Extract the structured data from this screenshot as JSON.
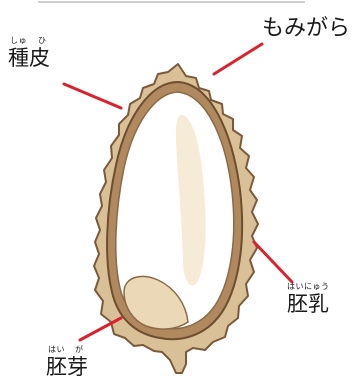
{
  "labels": {
    "husk": {
      "text": "もみがら"
    },
    "seed_coat": {
      "text": "種皮",
      "ruby_1": "しゅ",
      "ruby_2": "ひ"
    },
    "endosperm": {
      "text": "胚乳",
      "ruby": "はいにゅう"
    },
    "embryo": {
      "text": "胚芽",
      "ruby_1": "はい",
      "ruby_2": "が"
    }
  },
  "colors": {
    "pointer_line": "#d8222f",
    "husk_fill": "#d9c096",
    "outline": "#7a5a3a",
    "seed_coat_band": "#b08a5e",
    "endosperm_fill": "#ffffff",
    "highlight": "#f6ebd6",
    "embryo_fill": "#ead8b6",
    "top_rule": "#cfcfcf"
  }
}
